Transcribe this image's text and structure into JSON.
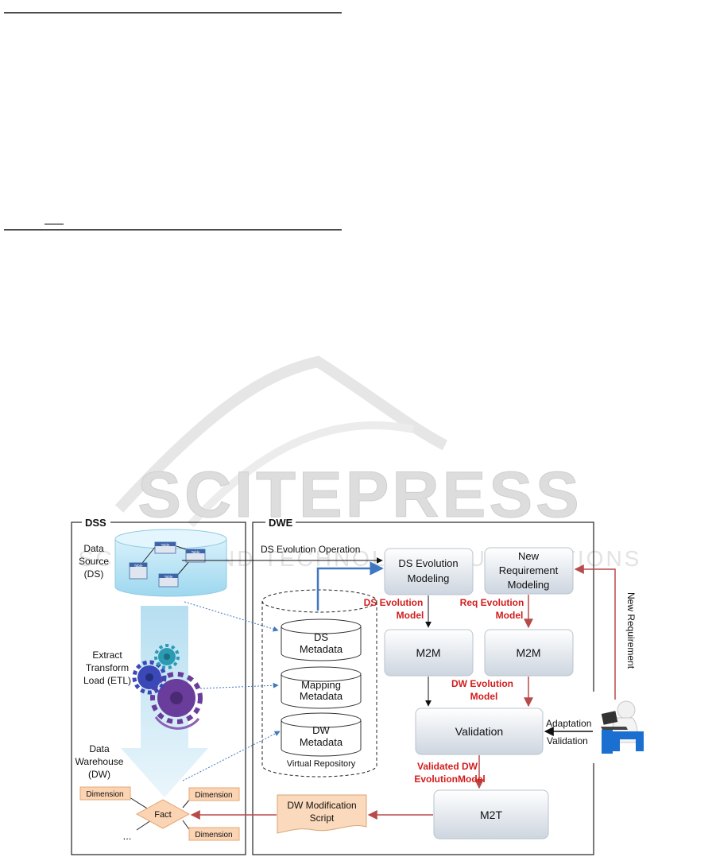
{
  "colors": {
    "red_label": "#d21c1c",
    "red_arrow": "#b94a4a",
    "blue_arrow": "#3f77c0",
    "watermark": "#cfcfcf"
  },
  "watermark": {
    "word": "SCITEPRESS",
    "tagline": "SCIENCE AND TECHNOLOGY PUBLICATIONS"
  },
  "dss": {
    "title": "DSS",
    "data_source_label": [
      "Data",
      "Source",
      "(DS)"
    ],
    "table_label": "Table",
    "etl_label": [
      "Extract",
      "Transform",
      "Load (ETL)"
    ],
    "dw_label": [
      "Data",
      "Warehouse",
      "(DW)"
    ],
    "dimension_label": "Dimension",
    "fact_label": "Fact",
    "ellipsis": "..."
  },
  "dwe": {
    "title": "DWE",
    "ds_evolution_operation": "DS Evolution Operation",
    "ds_evolution_modeling": [
      "DS Evolution",
      "Modeling"
    ],
    "new_req_modeling": [
      "New",
      "Requirement",
      "Modeling"
    ],
    "new_requirement": "New  Requirement",
    "ds_evolution_model": [
      "DS Evolution",
      "Model"
    ],
    "req_evolution_model": [
      "Req Evolution",
      "Model"
    ],
    "m2m": "M2M",
    "dw_evolution_model": [
      "DW Evolution",
      "Model"
    ],
    "validation": "Validation",
    "adaptation": "Adaptation",
    "validation_side": "Validation",
    "validated_dw": [
      "Validated DW",
      "EvolutionModel"
    ],
    "m2t": "M2T",
    "dw_script": [
      "DW Modification",
      "Script"
    ],
    "ds_metadata": [
      "DS",
      "Metadata"
    ],
    "mapping_metadata": [
      "Mapping",
      "Metadata"
    ],
    "dw_metadata": [
      "DW",
      "Metadata"
    ],
    "virtual_repository": "Virtual Repository"
  }
}
